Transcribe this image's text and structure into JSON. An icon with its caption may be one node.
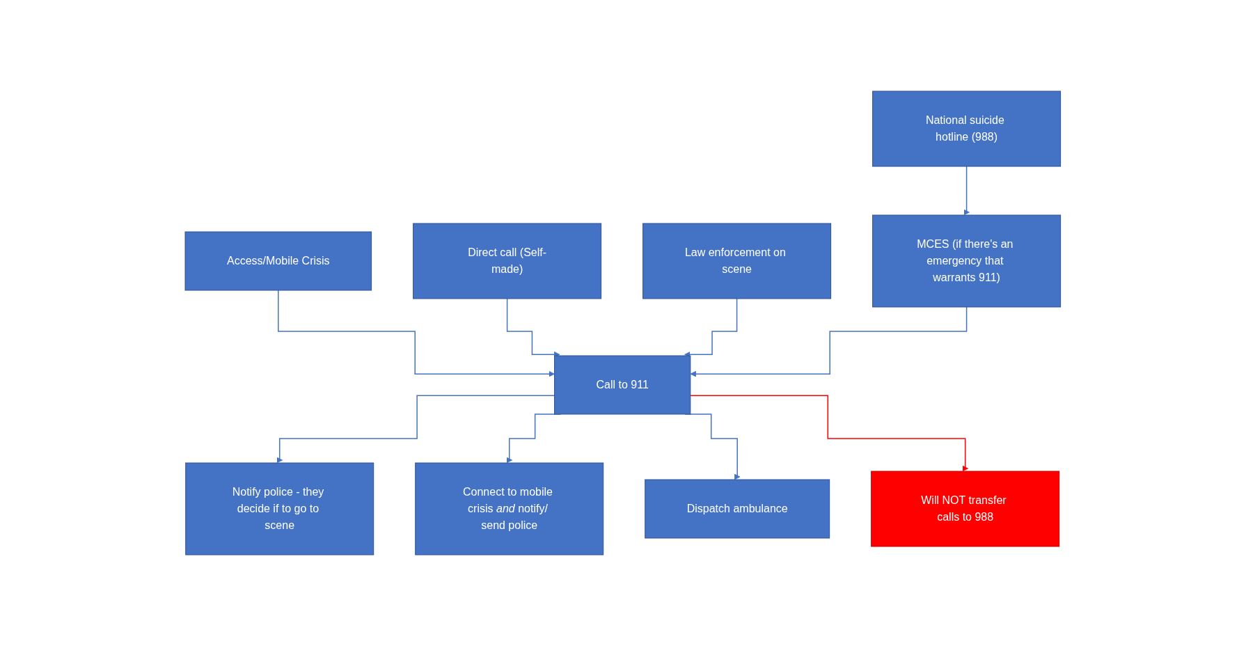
{
  "diagram": {
    "nodes": [
      {
        "text": [
          "Access/Mobile Crisis"
        ]
      },
      {
        "text": [
          "Direct call (Self-made)"
        ]
      },
      {
        "text": [
          "Law enforcement on scene"
        ]
      },
      {
        "text": [
          "National suicide hotline (988)"
        ]
      },
      {
        "text": [
          "Call to 911"
        ]
      },
      {
        "text": [
          "MCES (if there's an emergency that warrants 911)"
        ]
      },
      {
        "text": [
          "Notify police - they decide if to go to scene"
        ]
      },
      {
        "text": [
          "Connect to mobile crisis *and* notify/ send police"
        ]
      },
      {
        "text": [
          "Dispatch ambulance"
        ]
      },
      {
        "text": [
          "Will NOT transfer calls to 988"
        ]
      }
    ],
    "edges": [
      {
        "from": 0,
        "to": 4,
        "arrow": "to"
      },
      {
        "from": 1,
        "to": 4,
        "arrow": "to"
      },
      {
        "from": 2,
        "to": 4,
        "arrow": "to"
      },
      {
        "from": 3,
        "to": 5,
        "arrow": "to"
      },
      {
        "from": 5,
        "to": 4,
        "arrow": "to"
      },
      {
        "from": 4,
        "to": 6,
        "arrow": "to"
      },
      {
        "from": 4,
        "to": 7,
        "arrow": "to"
      },
      {
        "from": 4,
        "to": 8,
        "arrow": "to"
      },
      {
        "from": 4,
        "to": 9,
        "arrow": "to",
        "color": "#ff0000"
      }
    ]
  }
}
